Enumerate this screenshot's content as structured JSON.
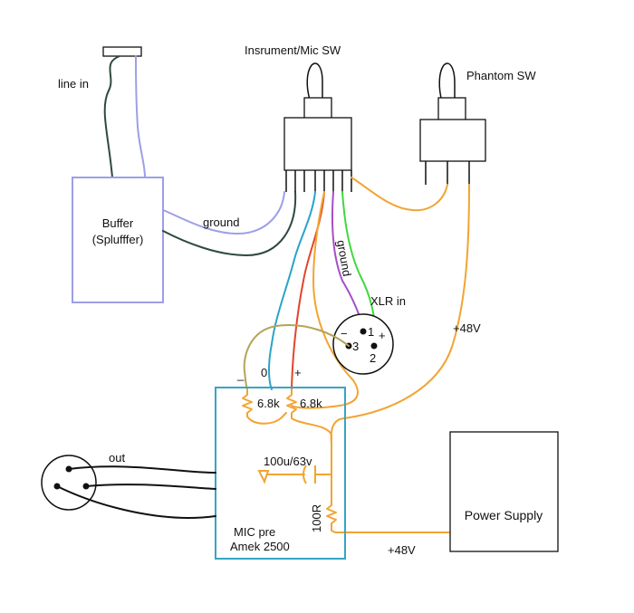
{
  "labels": {
    "line_in": "line in",
    "buffer_line1": "Buffer",
    "buffer_line2": "(Splufffer)",
    "ground_1": "ground",
    "ground_2": "ground",
    "instrument_mic_sw": "Insrument/Mic SW",
    "phantom_sw": "Phantom SW",
    "xlr_in": "XLR in",
    "pin_1": "1",
    "pin_2": "2",
    "pin_3": "3",
    "pin_minus": "−",
    "pin_plus": "+",
    "plus48v_1": "+48V",
    "plus48v_2": "+48V",
    "minus": "_",
    "zero": "0",
    "plus": "+",
    "r1": "6.8k",
    "r2": "6.8k",
    "cap": "100u/63v",
    "r3": "100R",
    "out": "out",
    "micpre_line1": "MIC pre",
    "micpre_line2": "Amek 2500",
    "power_supply": "Power Supply"
  },
  "colors": {
    "outline": "#111111",
    "lavender": "#9e9ee8",
    "dark_green": "#2f4a3c",
    "teal": "#2aa3c8",
    "red": "#e2452a",
    "orange": "#f2a431",
    "purple": "#a64ec9",
    "green": "#3fd83f",
    "olive": "#b5a35a",
    "micpre_border": "#37a4c6"
  }
}
